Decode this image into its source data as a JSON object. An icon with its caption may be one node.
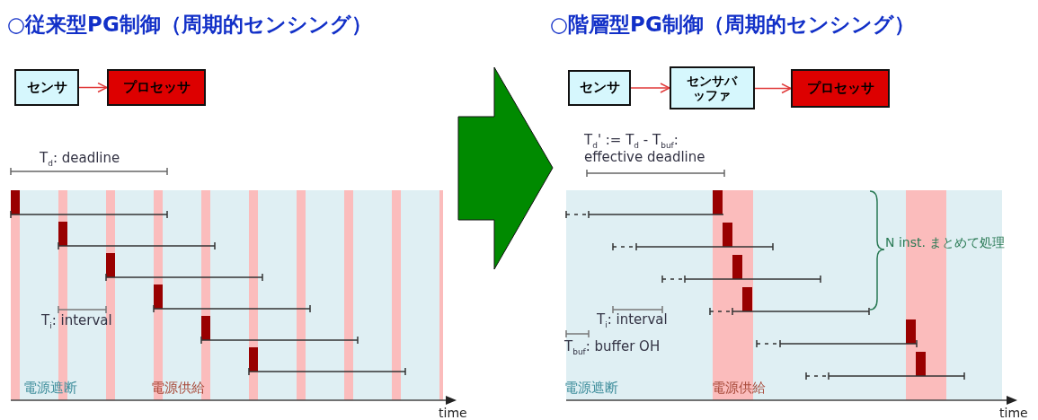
{
  "diagram": {
    "nodes": [
      {
        "text": [
          "センサ"
        ]
      },
      {
        "text": [
          "プロセッサ"
        ]
      },
      {
        "text": [
          "センサ"
        ]
      },
      {
        "text": [
          "センサバッファ"
        ]
      },
      {
        "text": [
          "プロセッサ"
        ]
      }
    ],
    "edges": [
      {
        "from": 0,
        "to": 1,
        "arrow": "to"
      },
      {
        "from": 2,
        "to": 3,
        "arrow": "to"
      },
      {
        "from": 3,
        "to": 4,
        "arrow": "to"
      }
    ],
    "labels": [
      "○従来型PG制御（周期的センシング）",
      "T$_{d}$: deadline",
      "T$_{i}$: interval",
      "電源遮断",
      "電源供給",
      "time",
      "○階層型PG制御（周期的センシング）",
      "T$_{d}$' := T$_{d}$ - T$_{buf}$: effective deadline",
      "N inst. まとめて処理",
      "T$_{i}$: interval",
      "T$_{buf}$: buffer OH",
      "電源遮断",
      "電源供給",
      "time"
    ]
  }
}
